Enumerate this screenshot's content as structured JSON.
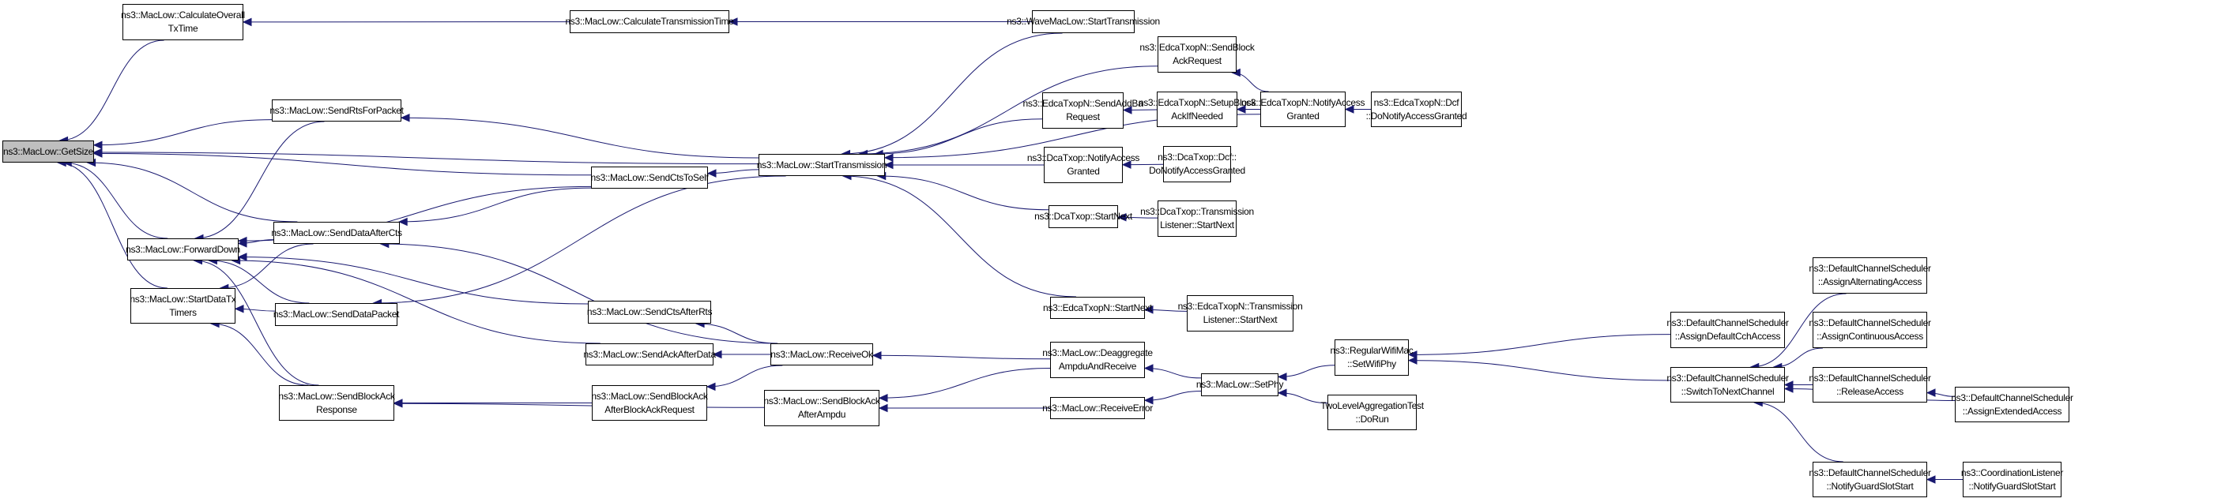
{
  "graph": {
    "title": "Caller graph of ns3::MacLow::GetSize",
    "edge_color": "#191970",
    "root_fill": "#bfbfbf",
    "nodes": [
      {
        "id": "getsize",
        "label": "ns3::MacLow::GetSize",
        "root": true
      },
      {
        "id": "calcoverall",
        "label": "ns3::MacLow::CalculateOverall\nTxTime"
      },
      {
        "id": "calctx",
        "label": "ns3::MacLow::CalculateTransmissionTime"
      },
      {
        "id": "wavestart",
        "label": "ns3::WaveMacLow::StartTransmission"
      },
      {
        "id": "sendrts",
        "label": "ns3::MacLow::SendRtsForPacket"
      },
      {
        "id": "starttx",
        "label": "ns3::MacLow::StartTransmission"
      },
      {
        "id": "ctstoself",
        "label": "ns3::MacLow::SendCtsToSelf"
      },
      {
        "id": "forwarddown",
        "label": "ns3::MacLow::ForwardDown"
      },
      {
        "id": "dataaftercts",
        "label": "ns3::MacLow::SendDataAfterCts"
      },
      {
        "id": "starttimers",
        "label": "ns3::MacLow::StartDataTx\nTimers"
      },
      {
        "id": "datapacket",
        "label": "ns3::MacLow::SendDataPacket"
      },
      {
        "id": "ctsafterrts",
        "label": "ns3::MacLow::SendCtsAfterRts"
      },
      {
        "id": "ackafterdata",
        "label": "ns3::MacLow::SendAckAfterData"
      },
      {
        "id": "receiveok",
        "label": "ns3::MacLow::ReceiveOk"
      },
      {
        "id": "baresponse",
        "label": "ns3::MacLow::SendBlockAck\nResponse"
      },
      {
        "id": "baafterbar",
        "label": "ns3::MacLow::SendBlockAck\nAfterBlockAckRequest"
      },
      {
        "id": "baafterampdu",
        "label": "ns3::MacLow::SendBlockAck\nAfterAmpdu"
      },
      {
        "id": "edcabar",
        "label": "ns3::EdcaTxopN::SendBlock\nAckRequest"
      },
      {
        "id": "edcaaddba",
        "label": "ns3::EdcaTxopN::SendAddBa\nRequest"
      },
      {
        "id": "edcasetup",
        "label": "ns3::EdcaTxopN::SetupBlock\nAckIfNeeded"
      },
      {
        "id": "edcanotify",
        "label": "ns3::EdcaTxopN::NotifyAccess\nGranted"
      },
      {
        "id": "edcadcf",
        "label": "ns3::EdcaTxopN::Dcf\n::DoNotifyAccessGranted"
      },
      {
        "id": "dcanotify",
        "label": "ns3::DcaTxop::NotifyAccess\nGranted"
      },
      {
        "id": "dcadcf",
        "label": "ns3::DcaTxop::Dcf::\nDoNotifyAccessGranted"
      },
      {
        "id": "dcastartnext",
        "label": "ns3::DcaTxop::StartNext"
      },
      {
        "id": "dcalistener",
        "label": "ns3::DcaTxop::Transmission\nListener::StartNext"
      },
      {
        "id": "edcastartnext",
        "label": "ns3::EdcaTxopN::StartNext"
      },
      {
        "id": "edcalistener",
        "label": "ns3::EdcaTxopN::Transmission\nListener::StartNext"
      },
      {
        "id": "deaggregate",
        "label": "ns3::MacLow::Deaggregate\nAmpduAndReceive"
      },
      {
        "id": "receiveerror",
        "label": "ns3::MacLow::ReceiveError"
      },
      {
        "id": "setphy",
        "label": "ns3::MacLow::SetPhy"
      },
      {
        "id": "setwifiphy",
        "label": "ns3::RegularWifiMac\n::SetWifiPhy"
      },
      {
        "id": "twolevel",
        "label": "TwoLevelAggregationTest\n::DoRun"
      },
      {
        "id": "assigndefault",
        "label": "ns3::DefaultChannelScheduler\n::AssignDefaultCchAccess"
      },
      {
        "id": "switchnext",
        "label": "ns3::DefaultChannelScheduler\n::SwitchToNextChannel"
      },
      {
        "id": "assignalt",
        "label": "ns3::DefaultChannelScheduler\n::AssignAlternatingAccess"
      },
      {
        "id": "assigncont",
        "label": "ns3::DefaultChannelScheduler\n::AssignContinuousAccess"
      },
      {
        "id": "release",
        "label": "ns3::DefaultChannelScheduler\n::ReleaseAccess"
      },
      {
        "id": "assignext",
        "label": "ns3::DefaultChannelScheduler\n::AssignExtendedAccess"
      },
      {
        "id": "guardslot",
        "label": "ns3::DefaultChannelScheduler\n::NotifyGuardSlotStart"
      },
      {
        "id": "coordlistener",
        "label": "ns3::CoordinationListener\n::NotifyGuardSlotStart"
      }
    ],
    "edges": [
      [
        "calcoverall",
        "getsize"
      ],
      [
        "starttx",
        "getsize"
      ],
      [
        "sendrts",
        "getsize"
      ],
      [
        "ctstoself",
        "getsize"
      ],
      [
        "dataaftercts",
        "getsize"
      ],
      [
        "forwarddown",
        "getsize"
      ],
      [
        "starttimers",
        "getsize"
      ],
      [
        "calctx",
        "calcoverall"
      ],
      [
        "wavestart",
        "calctx"
      ],
      [
        "starttx",
        "sendrts"
      ],
      [
        "sendrts",
        "forwarddown"
      ],
      [
        "starttx",
        "ctstoself"
      ],
      [
        "ctstoself",
        "forwarddown"
      ],
      [
        "ctstoself",
        "dataaftercts"
      ],
      [
        "dataaftercts",
        "forwarddown"
      ],
      [
        "receiveok",
        "dataaftercts"
      ],
      [
        "dataaftercts",
        "starttimers"
      ],
      [
        "datapacket",
        "forwarddown"
      ],
      [
        "datapacket",
        "starttimers"
      ],
      [
        "starttx",
        "datapacket"
      ],
      [
        "ctsafterrts",
        "forwarddown"
      ],
      [
        "receiveok",
        "ctsafterrts"
      ],
      [
        "ackafterdata",
        "forwarddown"
      ],
      [
        "receiveok",
        "ackafterdata"
      ],
      [
        "baresponse",
        "forwarddown"
      ],
      [
        "baresponse",
        "starttimers"
      ],
      [
        "baafterbar",
        "baresponse"
      ],
      [
        "baafterampdu",
        "baresponse"
      ],
      [
        "receiveok",
        "baafterbar"
      ],
      [
        "wavestart",
        "starttx"
      ],
      [
        "edcabar",
        "starttx"
      ],
      [
        "edcaaddba",
        "starttx"
      ],
      [
        "dcanotify",
        "starttx"
      ],
      [
        "dcastartnext",
        "starttx"
      ],
      [
        "edcanotify",
        "starttx"
      ],
      [
        "edcastartnext",
        "starttx"
      ],
      [
        "edcanotify",
        "edcabar"
      ],
      [
        "edcasetup",
        "edcaaddba"
      ],
      [
        "edcanotify",
        "edcasetup"
      ],
      [
        "edcadcf",
        "edcanotify"
      ],
      [
        "dcadcf",
        "dcanotify"
      ],
      [
        "dcalistener",
        "dcastartnext"
      ],
      [
        "edcalistener",
        "edcastartnext"
      ],
      [
        "deaggregate",
        "receiveok"
      ],
      [
        "deaggregate",
        "baafterampdu"
      ],
      [
        "receiveerror",
        "baafterampdu"
      ],
      [
        "setphy",
        "deaggregate"
      ],
      [
        "setphy",
        "receiveerror"
      ],
      [
        "setwifiphy",
        "setphy"
      ],
      [
        "twolevel",
        "setphy"
      ],
      [
        "assigndefault",
        "setwifiphy"
      ],
      [
        "switchnext",
        "setwifiphy"
      ],
      [
        "assignalt",
        "switchnext"
      ],
      [
        "assigncont",
        "switchnext"
      ],
      [
        "release",
        "switchnext"
      ],
      [
        "assignext",
        "switchnext"
      ],
      [
        "assignext",
        "release"
      ],
      [
        "guardslot",
        "switchnext"
      ],
      [
        "coordlistener",
        "guardslot"
      ]
    ]
  }
}
